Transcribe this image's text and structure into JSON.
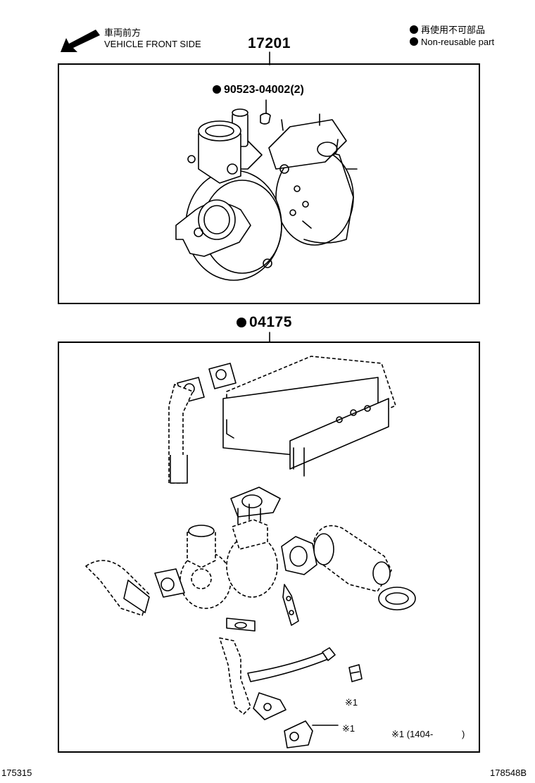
{
  "header": {
    "direction_jp": "車両前方",
    "direction_en": "VEHICLE FRONT SIDE",
    "arrow_icon": "arrow-down-left-icon"
  },
  "legend": {
    "jp": "再使用不可部品",
    "en": "Non-reusable part"
  },
  "assembly": {
    "part_number": "17201",
    "callout": "90523-04002(2)"
  },
  "gasket_kit": {
    "part_number": "04175",
    "callout_1": "※1",
    "callout_2": "※1",
    "footnote": "※1 (1404-",
    "footnote_close": ")"
  },
  "footer": {
    "left_code": "175315",
    "right_code": "178548B"
  }
}
